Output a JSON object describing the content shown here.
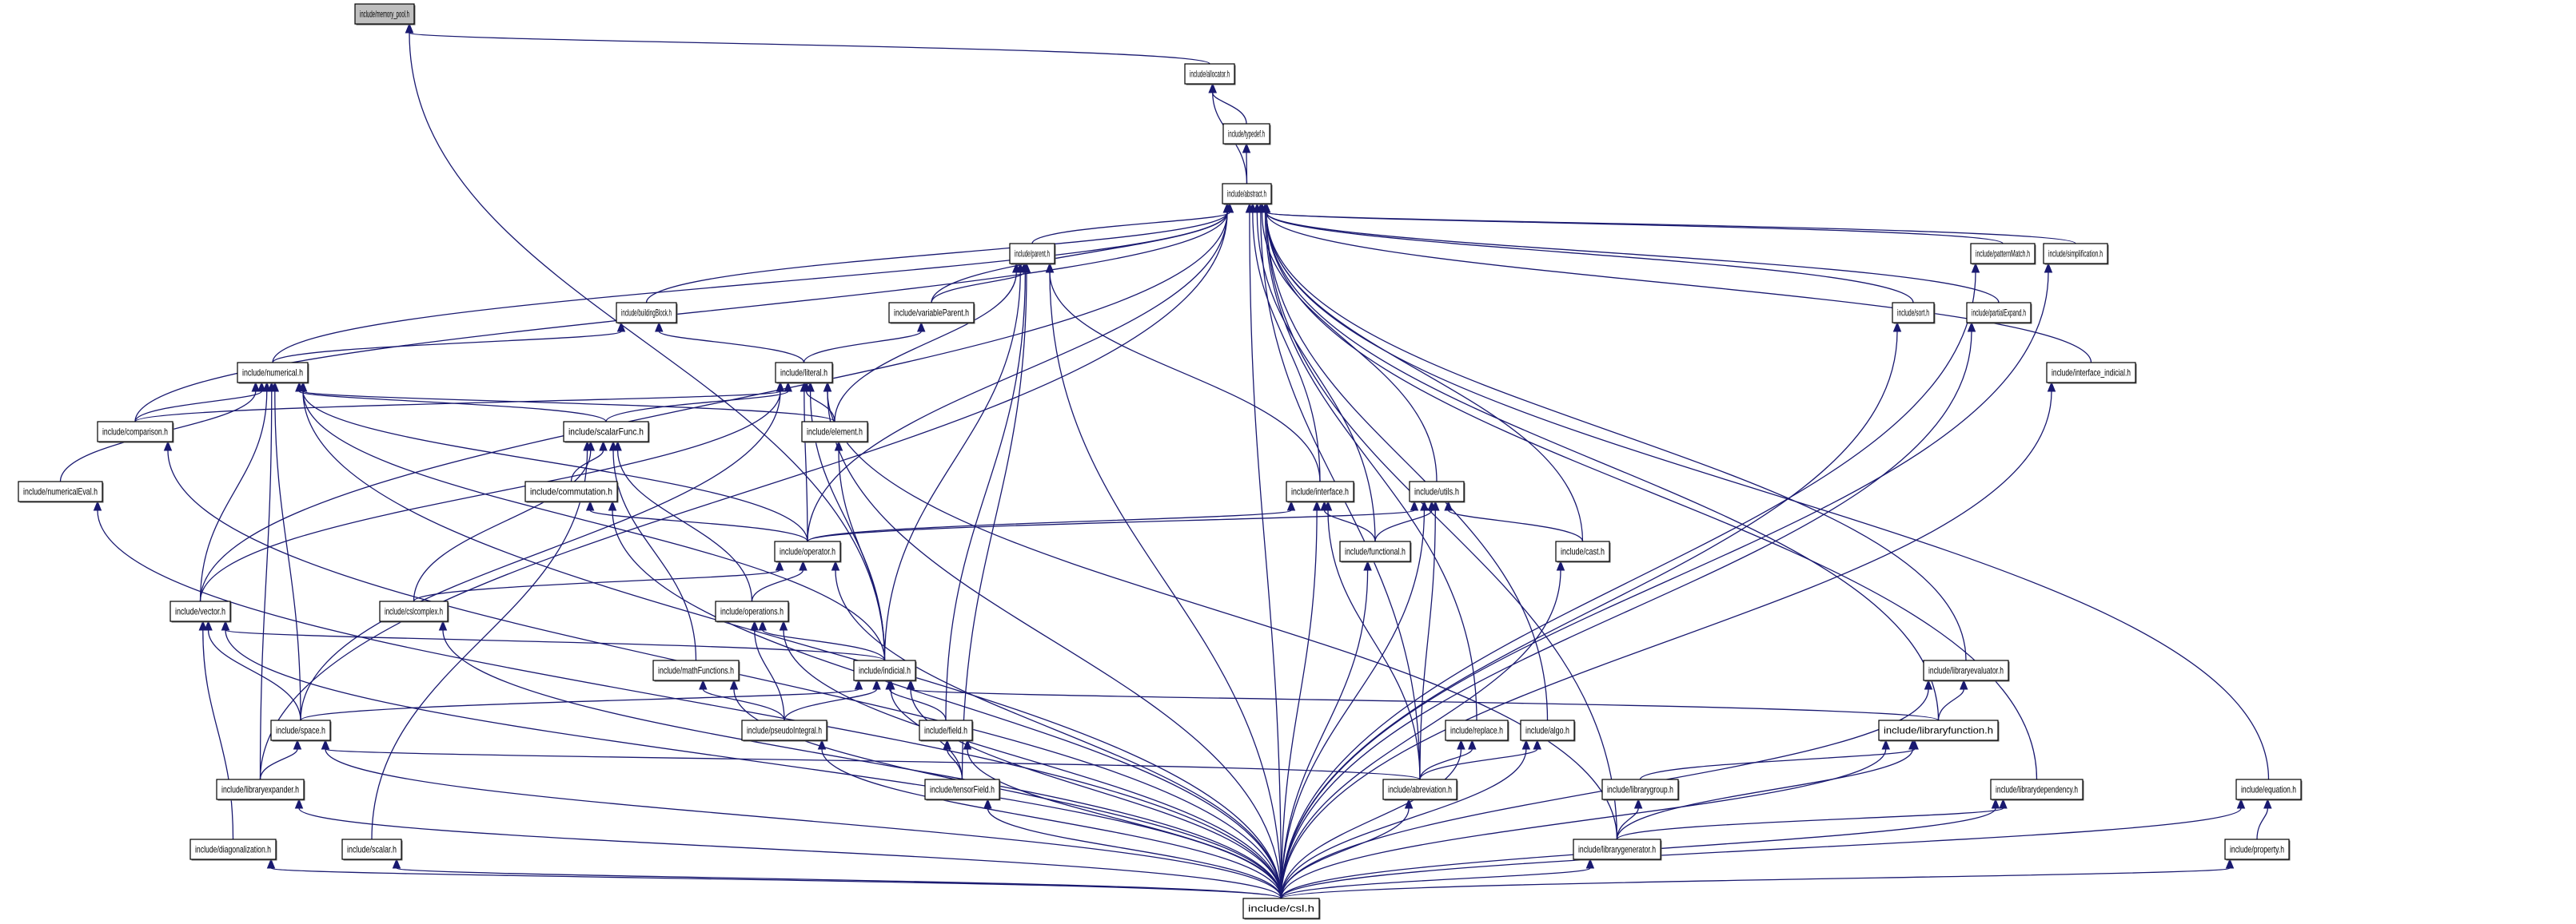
{
  "diagram": {
    "type": "include-dependency-graph",
    "root": "memory_pool",
    "colors": {
      "edge": "#191970",
      "root_fill": "#bfbfbf",
      "node_fill": "#ffffff",
      "node_border": "#000000"
    },
    "nodes": {
      "memory_pool": "include/memory_pool.h",
      "allocator": "include/allocator.h",
      "typedef": "include/typedef.h",
      "abstract": "include/abstract.h",
      "parent": "include/parent.h",
      "patternMatch": "include/patternMatch.h",
      "simplification": "include/simplification.h",
      "buildingBlock": "include/buildingBlock.h",
      "variableParent": "include/variableParent.h",
      "sort": "include/sort.h",
      "partialExpand": "include/partialExpand.h",
      "numerical": "include/numerical.h",
      "literal": "include/literal.h",
      "interface_indicial": "include/interface_indicial.h",
      "comparison": "include/comparison.h",
      "scalarFunc": "include/scalarFunc.h",
      "element": "include/element.h",
      "numericalEval": "include/numericalEval.h",
      "commutation": "include/commutation.h",
      "interface": "include/interface.h",
      "utils": "include/utils.h",
      "operator": "include/operator.h",
      "functional": "include/functional.h",
      "cast": "include/cast.h",
      "vector": "include/vector.h",
      "cslcomplex": "include/cslcomplex.h",
      "operations": "include/operations.h",
      "libraryevaluator": "include/libraryevaluator.h",
      "mathFunctions": "include/mathFunctions.h",
      "indicial": "include/indicial.h",
      "space": "include/space.h",
      "pseudoIntegral": "include/pseudoIntegral.h",
      "field": "include/field.h",
      "replace": "include/replace.h",
      "algo": "include/algo.h",
      "libraryfunction": "include/libraryfunction.h",
      "libraryexpander": "include/libraryexpander.h",
      "tensorField": "include/tensorField.h",
      "abreviation": "include/abreviation.h",
      "librarygroup": "include/librarygroup.h",
      "librarydependency": "include/librarydependency.h",
      "equation": "include/equation.h",
      "diagonalization": "include/diagonalization.h",
      "scalar": "include/scalar.h",
      "librarygenerator": "include/librarygenerator.h",
      "property": "include/property.h",
      "csl": "include/csl.h"
    },
    "edges": [
      [
        "allocator",
        "memory_pool"
      ],
      [
        "indicial",
        "memory_pool"
      ],
      [
        "typedef",
        "allocator"
      ],
      [
        "abstract",
        "allocator"
      ],
      [
        "abstract",
        "typedef"
      ],
      [
        "parent",
        "abstract"
      ],
      [
        "buildingBlock",
        "abstract"
      ],
      [
        "variableParent",
        "abstract"
      ],
      [
        "numerical",
        "abstract"
      ],
      [
        "comparison",
        "abstract"
      ],
      [
        "vector",
        "abstract"
      ],
      [
        "operator",
        "abstract"
      ],
      [
        "libraryexpander",
        "abstract"
      ],
      [
        "interface",
        "abstract"
      ],
      [
        "functional",
        "abstract"
      ],
      [
        "utils",
        "abstract"
      ],
      [
        "abreviation",
        "abstract"
      ],
      [
        "replace",
        "abstract"
      ],
      [
        "algo",
        "abstract"
      ],
      [
        "cast",
        "abstract"
      ],
      [
        "librarygenerator",
        "abstract"
      ],
      [
        "libraryfunction",
        "abstract"
      ],
      [
        "libraryevaluator",
        "abstract"
      ],
      [
        "librarydependency",
        "abstract"
      ],
      [
        "sort",
        "abstract"
      ],
      [
        "patternMatch",
        "abstract"
      ],
      [
        "partialExpand",
        "abstract"
      ],
      [
        "interface_indicial",
        "abstract"
      ],
      [
        "simplification",
        "abstract"
      ],
      [
        "equation",
        "abstract"
      ],
      [
        "csl",
        "abstract"
      ],
      [
        "variableParent",
        "parent"
      ],
      [
        "element",
        "parent"
      ],
      [
        "indicial",
        "parent"
      ],
      [
        "field",
        "parent"
      ],
      [
        "tensorField",
        "parent"
      ],
      [
        "csl",
        "parent"
      ],
      [
        "interface",
        "parent"
      ],
      [
        "literal",
        "buildingBlock"
      ],
      [
        "numerical",
        "buildingBlock"
      ],
      [
        "literal",
        "variableParent"
      ],
      [
        "comparison",
        "numerical"
      ],
      [
        "numericalEval",
        "numerical"
      ],
      [
        "vector",
        "numerical"
      ],
      [
        "space",
        "numerical"
      ],
      [
        "libraryexpander",
        "numerical"
      ],
      [
        "csl",
        "numerical"
      ],
      [
        "scalarFunc",
        "numerical"
      ],
      [
        "operator",
        "numerical"
      ],
      [
        "element",
        "numerical"
      ],
      [
        "indicial",
        "numerical"
      ],
      [
        "comparison",
        "literal"
      ],
      [
        "scalarFunc",
        "literal"
      ],
      [
        "element",
        "literal"
      ],
      [
        "operator",
        "literal"
      ],
      [
        "vector",
        "literal"
      ],
      [
        "space",
        "literal"
      ],
      [
        "indicial",
        "literal"
      ],
      [
        "csl",
        "literal"
      ],
      [
        "librarygenerator",
        "literal"
      ],
      [
        "commutation",
        "scalarFunc"
      ],
      [
        "cslcomplex",
        "scalarFunc"
      ],
      [
        "mathFunctions",
        "scalarFunc"
      ],
      [
        "operations",
        "scalarFunc"
      ],
      [
        "scalar",
        "scalarFunc"
      ],
      [
        "indicial",
        "element"
      ],
      [
        "csl",
        "numericalEval"
      ],
      [
        "csl",
        "comparison"
      ],
      [
        "operator",
        "commutation"
      ],
      [
        "csl",
        "commutation"
      ],
      [
        "operator",
        "interface"
      ],
      [
        "functional",
        "interface"
      ],
      [
        "abreviation",
        "interface"
      ],
      [
        "csl",
        "interface"
      ],
      [
        "operator",
        "utils"
      ],
      [
        "functional",
        "utils"
      ],
      [
        "cast",
        "utils"
      ],
      [
        "abreviation",
        "utils"
      ],
      [
        "csl",
        "utils"
      ],
      [
        "cslcomplex",
        "operator"
      ],
      [
        "operations",
        "operator"
      ],
      [
        "csl",
        "operator"
      ],
      [
        "csl",
        "functional"
      ],
      [
        "csl",
        "cast"
      ],
      [
        "indicial",
        "vector"
      ],
      [
        "space",
        "vector"
      ],
      [
        "diagonalization",
        "vector"
      ],
      [
        "csl",
        "vector"
      ],
      [
        "csl",
        "cslcomplex"
      ],
      [
        "indicial",
        "operations"
      ],
      [
        "pseudoIntegral",
        "operations"
      ],
      [
        "csl",
        "operations"
      ],
      [
        "libraryfunction",
        "libraryevaluator"
      ],
      [
        "csl",
        "libraryevaluator"
      ],
      [
        "pseudoIntegral",
        "mathFunctions"
      ],
      [
        "csl",
        "mathFunctions"
      ],
      [
        "space",
        "indicial"
      ],
      [
        "pseudoIntegral",
        "indicial"
      ],
      [
        "field",
        "indicial"
      ],
      [
        "tensorField",
        "indicial"
      ],
      [
        "libraryfunction",
        "indicial"
      ],
      [
        "csl",
        "indicial"
      ],
      [
        "libraryexpander",
        "space"
      ],
      [
        "abreviation",
        "space"
      ],
      [
        "csl",
        "space"
      ],
      [
        "csl",
        "pseudoIntegral"
      ],
      [
        "tensorField",
        "field"
      ],
      [
        "csl",
        "field"
      ],
      [
        "abreviation",
        "replace"
      ],
      [
        "csl",
        "replace"
      ],
      [
        "abreviation",
        "algo"
      ],
      [
        "csl",
        "algo"
      ],
      [
        "librarygroup",
        "libraryfunction"
      ],
      [
        "librarygenerator",
        "libraryfunction"
      ],
      [
        "csl",
        "libraryfunction"
      ],
      [
        "csl",
        "libraryexpander"
      ],
      [
        "csl",
        "tensorField"
      ],
      [
        "csl",
        "abreviation"
      ],
      [
        "librarygenerator",
        "librarygroup"
      ],
      [
        "librarygenerator",
        "librarydependency"
      ],
      [
        "csl",
        "librarydependency"
      ],
      [
        "property",
        "equation"
      ],
      [
        "csl",
        "equation"
      ],
      [
        "csl",
        "diagonalization"
      ],
      [
        "csl",
        "scalar"
      ],
      [
        "csl",
        "librarygenerator"
      ],
      [
        "csl",
        "property"
      ],
      [
        "csl",
        "sort"
      ],
      [
        "csl",
        "partialExpand"
      ],
      [
        "csl",
        "interface_indicial"
      ],
      [
        "csl",
        "patternMatch"
      ],
      [
        "csl",
        "simplification"
      ]
    ]
  }
}
